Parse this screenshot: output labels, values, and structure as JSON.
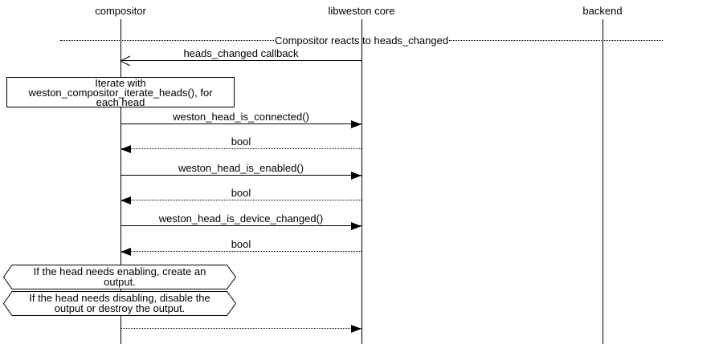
{
  "diagram": {
    "title_divider": "Compositor reacts to heads_changed",
    "participants": [
      {
        "label": "compositor"
      },
      {
        "label": "libweston core"
      },
      {
        "label": "backend"
      }
    ],
    "messages": [
      {
        "label": "heads_changed callback",
        "from": "libweston core",
        "to": "compositor",
        "line": "solid",
        "arrowhead": "open"
      },
      {
        "label": "weston_head_is_connected()",
        "from": "compositor",
        "to": "libweston core",
        "line": "solid",
        "arrowhead": "filled"
      },
      {
        "label": "bool",
        "from": "libweston core",
        "to": "compositor",
        "line": "dotted",
        "arrowhead": "filled"
      },
      {
        "label": "weston_head_is_enabled()",
        "from": "compositor",
        "to": "libweston core",
        "line": "solid",
        "arrowhead": "filled"
      },
      {
        "label": "bool",
        "from": "libweston core",
        "to": "compositor",
        "line": "dotted",
        "arrowhead": "filled"
      },
      {
        "label": "weston_head_is_device_changed()",
        "from": "compositor",
        "to": "libweston core",
        "line": "solid",
        "arrowhead": "filled"
      },
      {
        "label": "bool",
        "from": "libweston core",
        "to": "compositor",
        "line": "dotted",
        "arrowhead": "filled"
      },
      {
        "label": "",
        "from": "compositor",
        "to": "libweston core",
        "line": "dotted",
        "arrowhead": "filled"
      }
    ],
    "notes": {
      "iterate_box": "Iterate with\nweston_compositor_iterate_heads(), for\neach head",
      "enable_hex": "If the head needs enabling, create an\noutput.",
      "disable_hex": "If the head needs disabling, disable the\noutput or destroy the output."
    },
    "colors": {
      "foreground": "#000000",
      "background": "#ffffff"
    }
  }
}
